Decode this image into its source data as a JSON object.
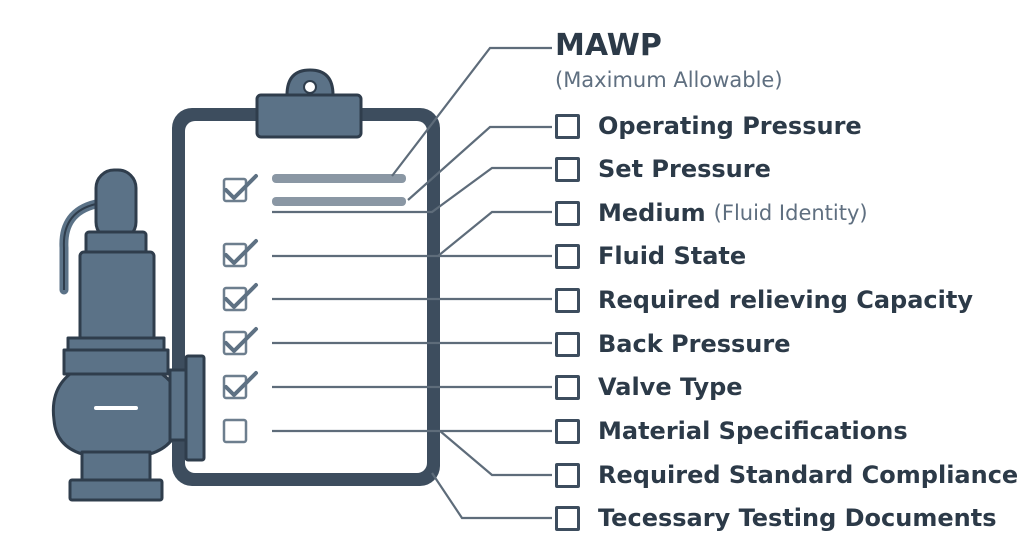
{
  "header": {
    "title": "MAWP",
    "subtitle": "(Maximum Allowable)"
  },
  "items": [
    {
      "label": "Operating Pressure",
      "note": ""
    },
    {
      "label": "Set Pressure",
      "note": ""
    },
    {
      "label": "Medium",
      "note": "(Fluid Identity)"
    },
    {
      "label": "Fluid State",
      "note": ""
    },
    {
      "label": "Required relieving Capacity",
      "note": ""
    },
    {
      "label": "Back Pressure",
      "note": ""
    },
    {
      "label": "Valve Type",
      "note": ""
    },
    {
      "label": "Material Specifications",
      "note": ""
    },
    {
      "label": "Required Standard Compliance",
      "note": ""
    },
    {
      "label": "Tecessary Testing Documents",
      "note": ""
    }
  ],
  "clipboard_checks": [
    true,
    false,
    true,
    true,
    true,
    true,
    false
  ],
  "colors": {
    "ink": "#3d4d5e",
    "metal": "#5b7287",
    "stroke": "#2f3d4c",
    "line": "#8a97a4",
    "check": "#5e7183",
    "text": "#2c3a48"
  },
  "icons": [
    "safety-valve-icon",
    "clipboard-icon",
    "clipboard-clip-icon",
    "checkbox-icon",
    "checkmark-icon"
  ]
}
